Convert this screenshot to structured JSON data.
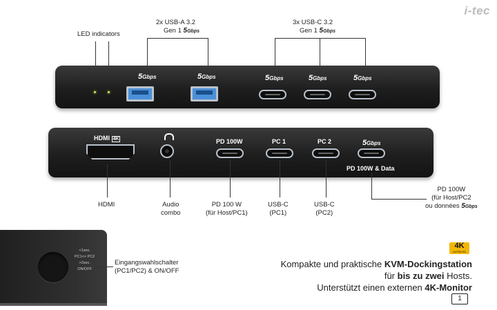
{
  "brand": {
    "logo_text": "i-tec"
  },
  "top_labels": {
    "led": "LED indicators",
    "usba_line1": "2x USB-A 3.2",
    "usba_line2": "Gen 1",
    "usbc_line1": "3x USB-C 3.2",
    "usbc_line2": "Gen 1"
  },
  "speed_badge": {
    "number": "5",
    "unit": "Gbps"
  },
  "rear_ports": {
    "hdmi_text": "HDMI",
    "hdmi_badge": "4K",
    "pd100w": "PD 100W",
    "pc1": "PC 1",
    "pc2": "PC 2",
    "pd_data": "PD 100W & Data"
  },
  "bottom_labels": {
    "hdmi": "HDMI",
    "audio_1": "Audio",
    "audio_2": "combo",
    "pd_1": "PD 100 W",
    "pd_2": "(für Host/PC1)",
    "usbc1_1": "USB-C",
    "usbc1_2": "(PC1)",
    "usbc2_1": "USB-C",
    "usbc2_2": "(PC2)",
    "right_1": "PD 100W",
    "right_2": "(für Host/PC2",
    "right_3": "ou données"
  },
  "switch": {
    "label_1": "Eingangswahlschalter",
    "label_2": "(PC1/PC2) & ON/OFF",
    "hint_1": "<1sec.",
    "hint_2": "PC1<> PC2",
    "hint_3": ">2sec.",
    "hint_4": "ON/OFF"
  },
  "badge_4k": {
    "main": "4K",
    "sub": "ULTRA HD"
  },
  "description": {
    "l1_pre": "Kompakte und praktische ",
    "l1_bold": "KVM-Dockingstation",
    "l2_pre": "für ",
    "l2_bold": "bis zu zwei",
    "l2_post": " Hosts.",
    "l3_pre": "Unterstützt einen externen ",
    "l3_bold": "4K-Monitor"
  },
  "page_number": "1",
  "colors": {
    "usb_a_blue": "#4a90d9",
    "led_green": "#d4e86a",
    "dock_black": "#1e1e1e"
  }
}
